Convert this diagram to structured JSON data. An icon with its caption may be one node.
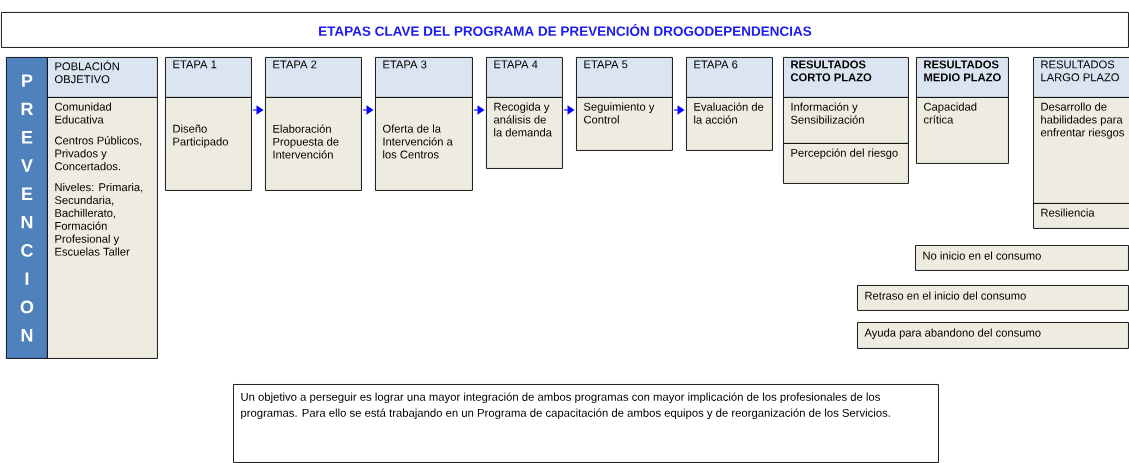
{
  "diagram": {
    "nodes": [
      {
        "text": [
          "ETAPAS CLAVE  DEL PROGRAMA DE PREVENCIÓN  DROGODEPENDENCIAS"
        ]
      },
      {
        "text": [
          "PREVENCION"
        ]
      },
      {
        "text": [
          "POBLACIÓN OBJETIVO"
        ]
      },
      {
        "text": [
          "Comunidad Educativa",
          "Centros Públicos, Privados y Concertados.",
          "Niveles: Primaria, Secundaria, Bachillerato, Formación Profesional y Escuelas Taller"
        ]
      },
      {
        "text": [
          "ETAPA 1"
        ]
      },
      {
        "text": [
          "Diseño Participado"
        ]
      },
      {
        "text": [
          "ETAPA 2"
        ]
      },
      {
        "text": [
          "Elaboración Propuesta de Intervención"
        ]
      },
      {
        "text": [
          "ETAPA  3"
        ]
      },
      {
        "text": [
          "Oferta de la Intervención a los Centros"
        ]
      },
      {
        "text": [
          "ETAPA 4"
        ]
      },
      {
        "text": [
          "Recogida y análisis de la demanda"
        ]
      },
      {
        "text": [
          "ETAPA 5"
        ]
      },
      {
        "text": [
          "Seguimiento y Control"
        ]
      },
      {
        "text": [
          "ETAPA 6"
        ]
      },
      {
        "text": [
          "Evaluación de la acción"
        ]
      },
      {
        "text": [
          "RESULTADOS CORTO PLAZO"
        ]
      },
      {
        "text": [
          "Información y Sensibilización"
        ]
      },
      {
        "text": [
          "Percepción del riesgo"
        ]
      },
      {
        "text": [
          "RESULTADOS MEDIO PLAZO"
        ]
      },
      {
        "text": [
          "Capacidad crítica"
        ]
      },
      {
        "text": [
          "RESULTADOS LARGO PLAZO"
        ]
      },
      {
        "text": [
          "Desarrollo de habilidades para enfrentar riesgos"
        ]
      },
      {
        "text": [
          "Resiliencia"
        ]
      },
      {
        "text": [
          "No inicio en el consumo"
        ]
      },
      {
        "text": [
          "Retraso en el inicio del consumo"
        ]
      },
      {
        "text": [
          "Ayuda para abandono del consumo"
        ]
      },
      {
        "text": [
          "Un objetivo a perseguir es lograr una mayor integración de ambos programas con mayor implicación de los profesionales de los programas. Para ello se está trabajando en un Programa de capacitación de ambos equipos y de reorganización de los Servicios."
        ]
      }
    ],
    "edges": [
      {
        "from": 5,
        "to": 7,
        "arrow": "to"
      },
      {
        "from": 7,
        "to": 9,
        "arrow": "to"
      },
      {
        "from": 9,
        "to": 11,
        "arrow": "to"
      },
      {
        "from": 11,
        "to": 13,
        "arrow": "to"
      },
      {
        "from": 13,
        "to": 15,
        "arrow": "to"
      }
    ]
  }
}
